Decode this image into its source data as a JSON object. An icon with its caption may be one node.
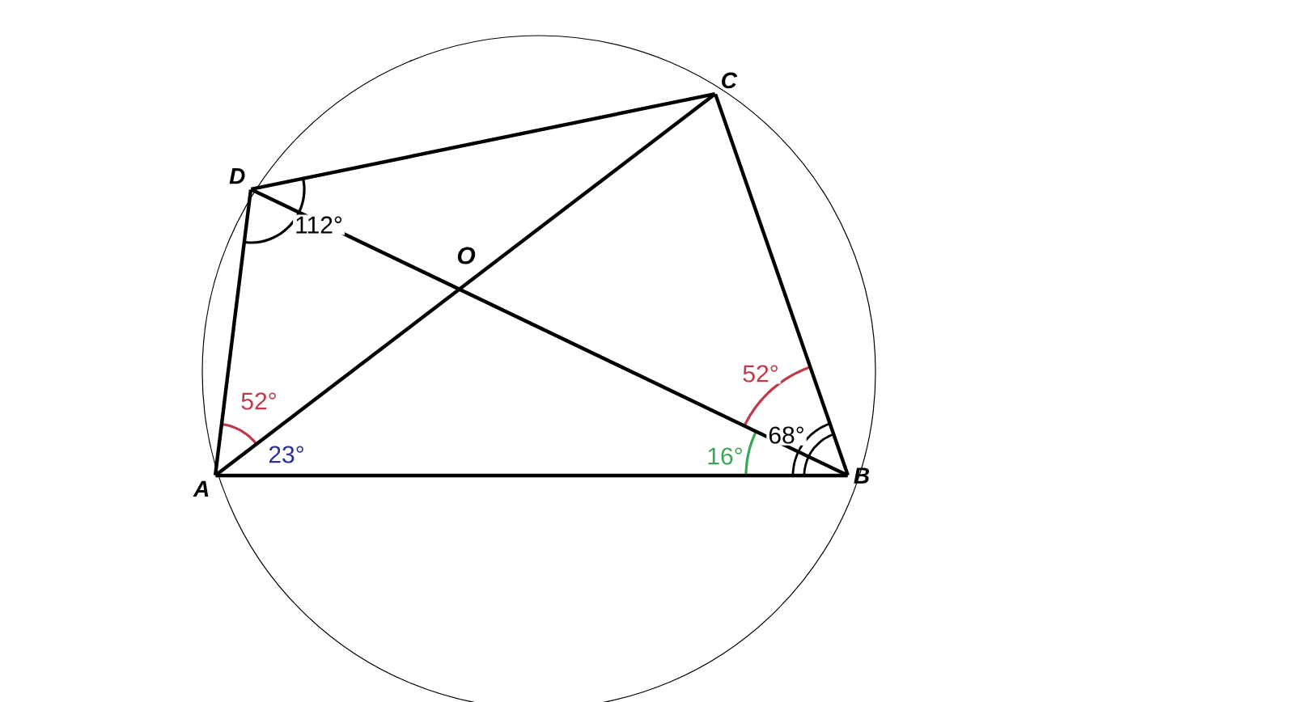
{
  "diagram": {
    "nodes": [
      {
        "text": [
          "C"
        ]
      },
      {
        "text": [
          "D"
        ]
      },
      {
        "text": [
          "A"
        ]
      },
      {
        "text": [
          "B"
        ]
      }
    ],
    "edges": [
      {
        "from": 2,
        "to": 3,
        "arrow": "none"
      },
      {
        "from": 3,
        "to": 0,
        "arrow": "none"
      },
      {
        "from": 0,
        "to": 1,
        "arrow": "none"
      },
      {
        "from": 1,
        "to": 2,
        "arrow": "none"
      },
      {
        "from": 2,
        "to": 0,
        "arrow": "none"
      },
      {
        "from": 3,
        "to": 1,
        "arrow": "none"
      }
    ],
    "labels": [
      "112°",
      "O",
      "52°",
      "52°",
      "68°",
      "23°",
      "16°"
    ]
  }
}
